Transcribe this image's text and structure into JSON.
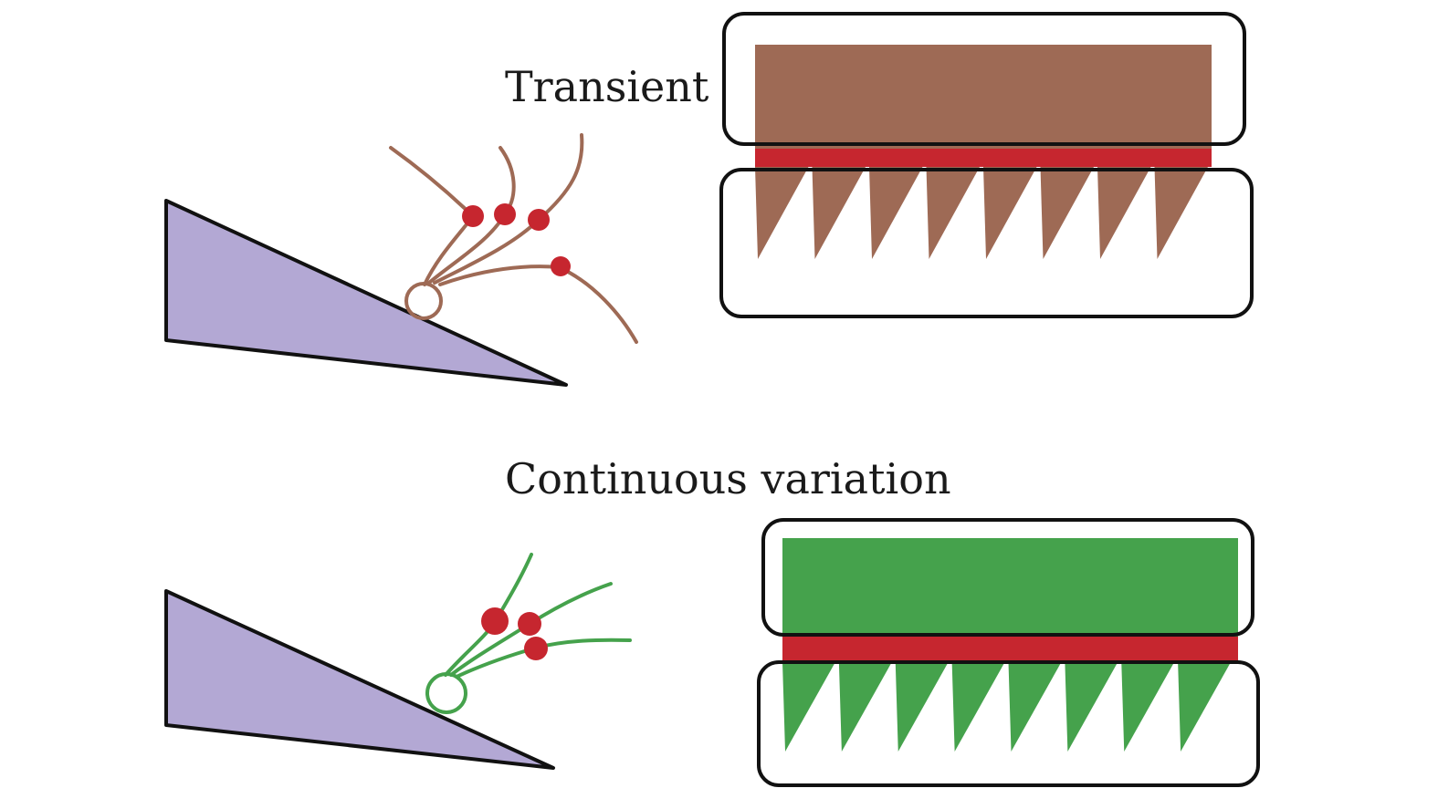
{
  "labels": {
    "transient": "Transient",
    "continuous": "Continuous variation"
  },
  "colors": {
    "wedge_fill": "#b3a8d4",
    "outline": "#111111",
    "transient": "#9e6a55",
    "continuous": "#45a24c",
    "binding": "#c6262f",
    "background": "#ffffff"
  },
  "panels": [
    {
      "id": "transient",
      "teeth": 8
    },
    {
      "id": "continuous",
      "teeth": 8
    }
  ]
}
